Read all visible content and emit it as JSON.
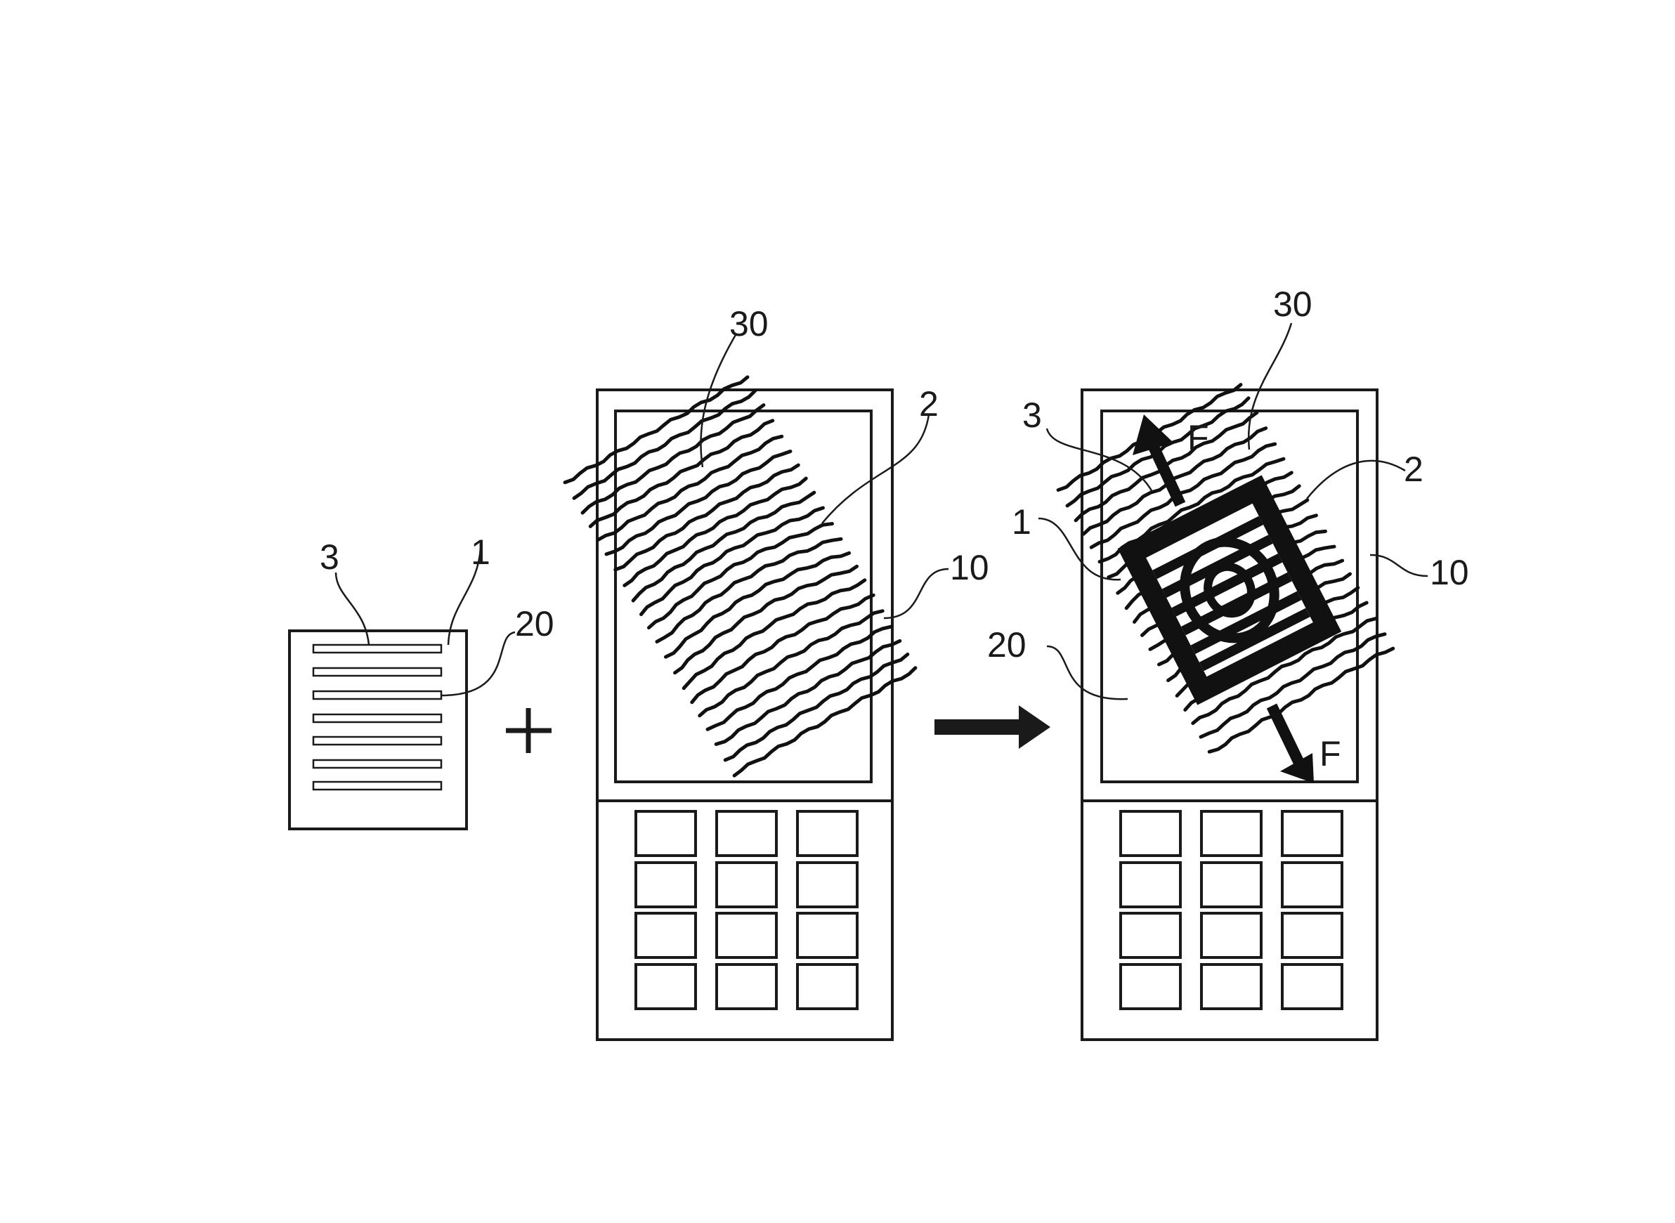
{
  "labels": {
    "sheet_3": "3",
    "sheet_1": "1",
    "sheet_20": "20",
    "mid_30": "30",
    "mid_2": "2",
    "mid_10": "10",
    "right_30": "30",
    "right_3": "3",
    "right_F_top": "F",
    "right_2": "2",
    "right_1": "1",
    "right_10": "10",
    "right_20": "20",
    "right_F_bottom": "F"
  },
  "operators": {
    "plus": "+"
  },
  "colors": {
    "ink": "#1a1a1a",
    "paper": "#ffffff"
  }
}
